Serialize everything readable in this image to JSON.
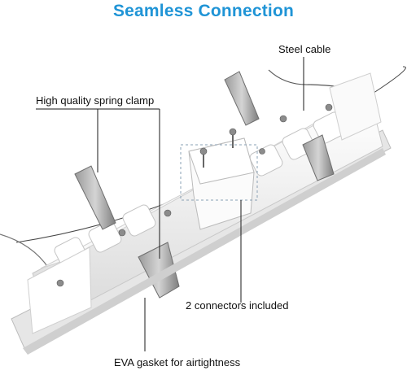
{
  "title": "Seamless Connection",
  "labels": {
    "steel_cable": "Steel cable",
    "spring_clamp": "High quality spring clamp",
    "connectors": "2 connectors included",
    "eva_gasket": "EVA gasket for airtightness"
  },
  "colors": {
    "title": "#1f94d6",
    "callout_line": "#1a1a1a",
    "fixture": "#f2f2f2"
  }
}
